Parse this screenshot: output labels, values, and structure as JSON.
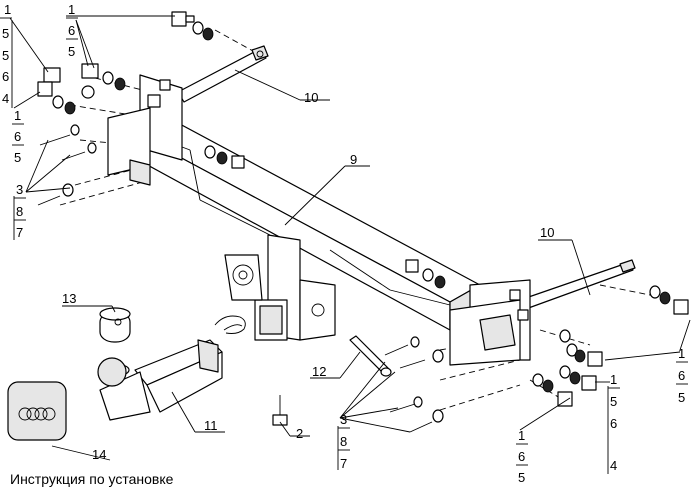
{
  "caption": "Инструкция по установке",
  "callouts": {
    "c1": "1",
    "c2": "6",
    "c3": "5",
    "c4": "1",
    "c5": "5",
    "c6": "5",
    "c7": "6",
    "c8": "4",
    "c9": "1",
    "c10": "6",
    "c11": "5",
    "c12": "3",
    "c13": "8",
    "c14": "7",
    "c15": "10",
    "c16": "9",
    "c17": "10",
    "c18": "13",
    "c19": "14",
    "c20": "11",
    "c21": "2",
    "c22": "12",
    "c23": "3",
    "c24": "8",
    "c25": "7",
    "c26": "1",
    "c27": "6",
    "c28": "5",
    "c29": "1",
    "c30": "5",
    "c31": "6",
    "c32": "4",
    "c33": "1",
    "c34": "6",
    "c35": "5"
  }
}
